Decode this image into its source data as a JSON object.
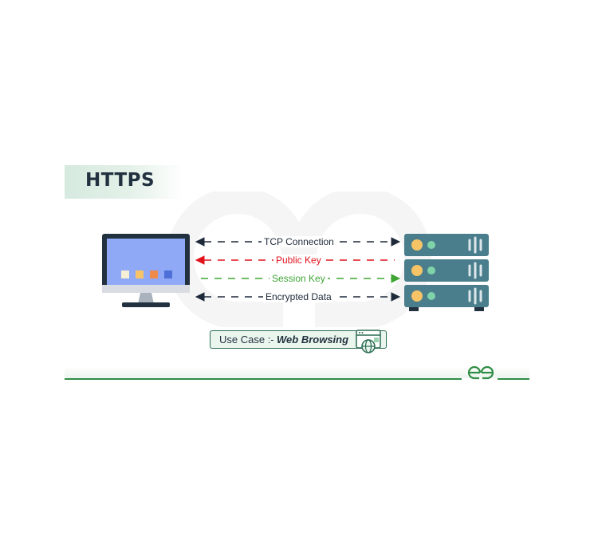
{
  "title": "HTTPS",
  "links": [
    {
      "label": "TCP Connection",
      "color": "#1e2a3a",
      "direction": "both"
    },
    {
      "label": "Public Key",
      "color": "#e1121b",
      "direction": "to-client"
    },
    {
      "label": "Session Key",
      "color": "#3fa535",
      "direction": "to-server"
    },
    {
      "label": "Encrypted Data",
      "color": "#1e2a3a",
      "direction": "both"
    }
  ],
  "use_case": {
    "prefix": "Use Case :-",
    "value": "Web Browsing"
  },
  "client": {
    "icon": "desktop-computer-icon",
    "screen_color": "#8fa9f7",
    "tiles": [
      "#f4efd6",
      "#f6c466",
      "#f08a4b",
      "#4f6fd8"
    ]
  },
  "server": {
    "icon": "server-rack-icon",
    "units": 3,
    "color": "#4a7e8c"
  },
  "logo": {
    "icon": "geeksforgeeks-logo-icon",
    "color": "#2f8d46"
  },
  "colors": {
    "title_band": "#d6eadf",
    "accent_green": "#2f8d46",
    "dark": "#22313f"
  }
}
